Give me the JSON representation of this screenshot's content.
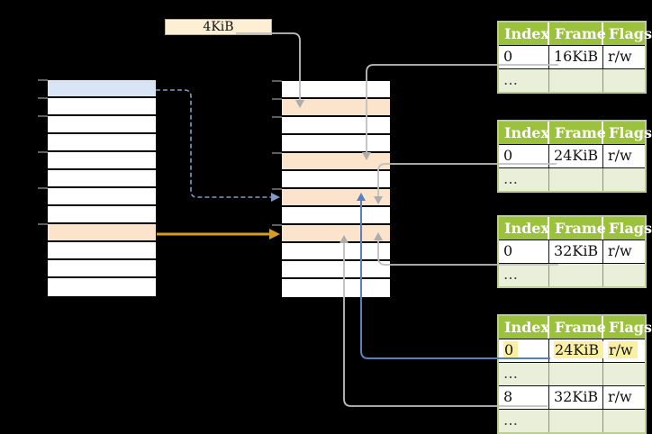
{
  "frame_size_label": "4KiB",
  "memory_columns": {
    "left": {
      "row_count": 12,
      "blue_rows": [
        1
      ],
      "peach_rows": [
        9
      ]
    },
    "middle": {
      "row_count": 12,
      "peach_rows": [
        2,
        5,
        7,
        9
      ]
    }
  },
  "tables": [
    {
      "headers": [
        "Index",
        "Frame",
        "Flags"
      ],
      "rows": [
        {
          "type": "data",
          "cells": [
            "0",
            "16KiB",
            "r/w"
          ]
        },
        {
          "type": "ellipsis",
          "cells": [
            "…",
            "",
            ""
          ]
        }
      ]
    },
    {
      "headers": [
        "Index",
        "Frame",
        "Flags"
      ],
      "rows": [
        {
          "type": "data",
          "cells": [
            "0",
            "24KiB",
            "r/w"
          ]
        },
        {
          "type": "ellipsis",
          "cells": [
            "…",
            "",
            ""
          ]
        }
      ]
    },
    {
      "headers": [
        "Index",
        "Frame",
        "Flags"
      ],
      "rows": [
        {
          "type": "data",
          "cells": [
            "0",
            "32KiB",
            "r/w"
          ]
        },
        {
          "type": "ellipsis",
          "cells": [
            "…",
            "",
            ""
          ]
        }
      ]
    },
    {
      "headers": [
        "Index",
        "Frame",
        "Flags"
      ],
      "rows": [
        {
          "type": "data",
          "highlight": true,
          "cells": [
            "0",
            "24KiB",
            "r/w"
          ]
        },
        {
          "type": "ellipsis",
          "cells": [
            "…",
            "",
            ""
          ]
        },
        {
          "type": "data",
          "cells": [
            "8",
            "32KiB",
            "r/w"
          ]
        },
        {
          "type": "ellipsis",
          "cells": [
            "…",
            "",
            ""
          ]
        }
      ]
    }
  ],
  "colors": {
    "background": "#000000",
    "table_header_green": "#9cc23d",
    "table_row_light_green": "#e9efd9",
    "memory_peach": "#fce4cc",
    "memory_blue": "#d9e5f5",
    "label_cream": "#fcefd4",
    "highlight_yellow": "#fbf0a2",
    "connector_gray": "#c0c0c0",
    "connector_blue": "#5b7ebd",
    "connector_dashed_blue": "#7e9cc8",
    "connector_orange": "#d79e1e"
  }
}
